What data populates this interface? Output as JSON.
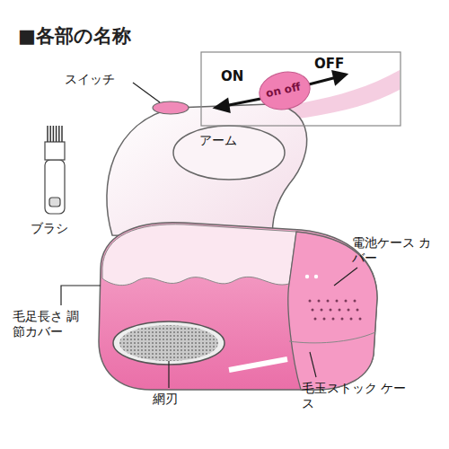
{
  "diagram": {
    "title": "■各部の名称",
    "nodes": [
      {
        "text": [
          "ON",
          "OFF"
        ]
      },
      {
        "text": [
          "on",
          "off"
        ],
        "in": 0
      }
    ],
    "labels": [
      "スイッチ",
      "アーム",
      "ブラシ",
      "電池ケース カバー",
      "毛足長さ 調節カバー",
      "網刃",
      "毛玉ストック ケース"
    ]
  }
}
